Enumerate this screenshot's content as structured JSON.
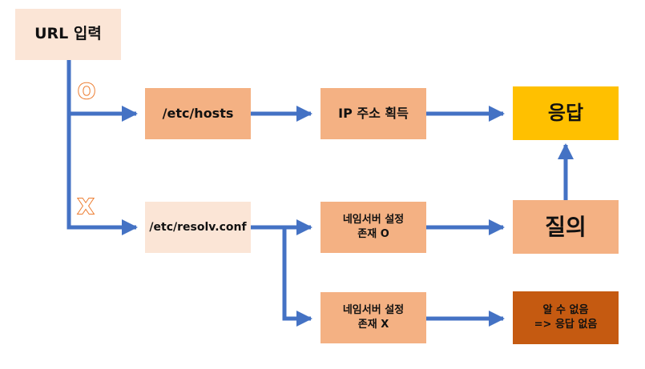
{
  "nodes": {
    "url_input": "URL 입력",
    "hosts": "/etc/hosts",
    "ip": "IP 주소 획득",
    "response": "응답",
    "resolv": "/etc/resolv.conf",
    "ns_o_line1": "네임서버 설정",
    "ns_o_line2": "존재 O",
    "query": "질의",
    "ns_x_line1": "네임서버 설정",
    "ns_x_line2": "존재 X",
    "unknown_line1": "알 수 없음",
    "unknown_line2": "=> 응답 없음"
  },
  "branch_labels": {
    "yes": "O",
    "no": "X"
  },
  "colors": {
    "arrow": "#4472c4",
    "light_peach": "#fbe5d6",
    "peach": "#f4b183",
    "gold": "#ffc000",
    "dark_orange": "#c55a11",
    "label_outline": "#ed7d31"
  }
}
